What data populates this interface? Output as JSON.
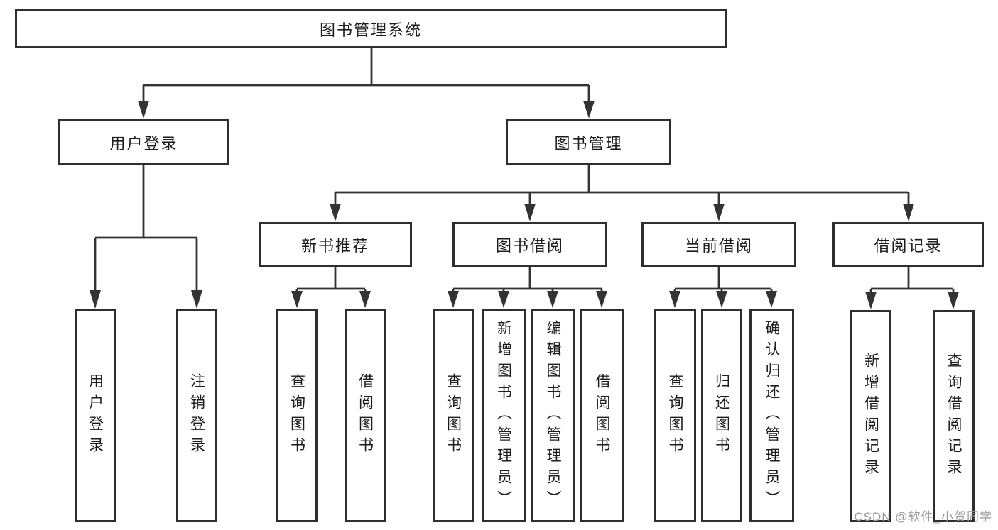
{
  "page": {
    "background": "#ffffff",
    "watermark": "CSDN @软件_小贺同学"
  },
  "colors": {
    "line": "#333333",
    "border": "#2e2e2e",
    "text": "#1c1c1c",
    "watermark": "#9b9b9b"
  },
  "diagram": {
    "root": {
      "label": "图书管理系统"
    },
    "branches": [
      {
        "label": "用户登录",
        "children": [
          {
            "label": "用户登录"
          },
          {
            "label": "注销登录"
          }
        ]
      },
      {
        "label": "图书管理",
        "children": [
          {
            "label": "新书推荐",
            "children": [
              {
                "label": "查询图书"
              },
              {
                "label": "借阅图书"
              }
            ]
          },
          {
            "label": "图书借阅",
            "children": [
              {
                "label": "查询图书"
              },
              {
                "label": "新增图书（管理员）"
              },
              {
                "label": "编辑图书（管理员）"
              },
              {
                "label": "借阅图书"
              }
            ]
          },
          {
            "label": "当前借阅",
            "children": [
              {
                "label": "查询图书"
              },
              {
                "label": "归还图书"
              },
              {
                "label": "确认归还（管理员）"
              }
            ]
          },
          {
            "label": "借阅记录",
            "children": [
              {
                "label": "新增借阅记录"
              },
              {
                "label": "查询借阅记录"
              }
            ]
          }
        ]
      }
    ]
  }
}
